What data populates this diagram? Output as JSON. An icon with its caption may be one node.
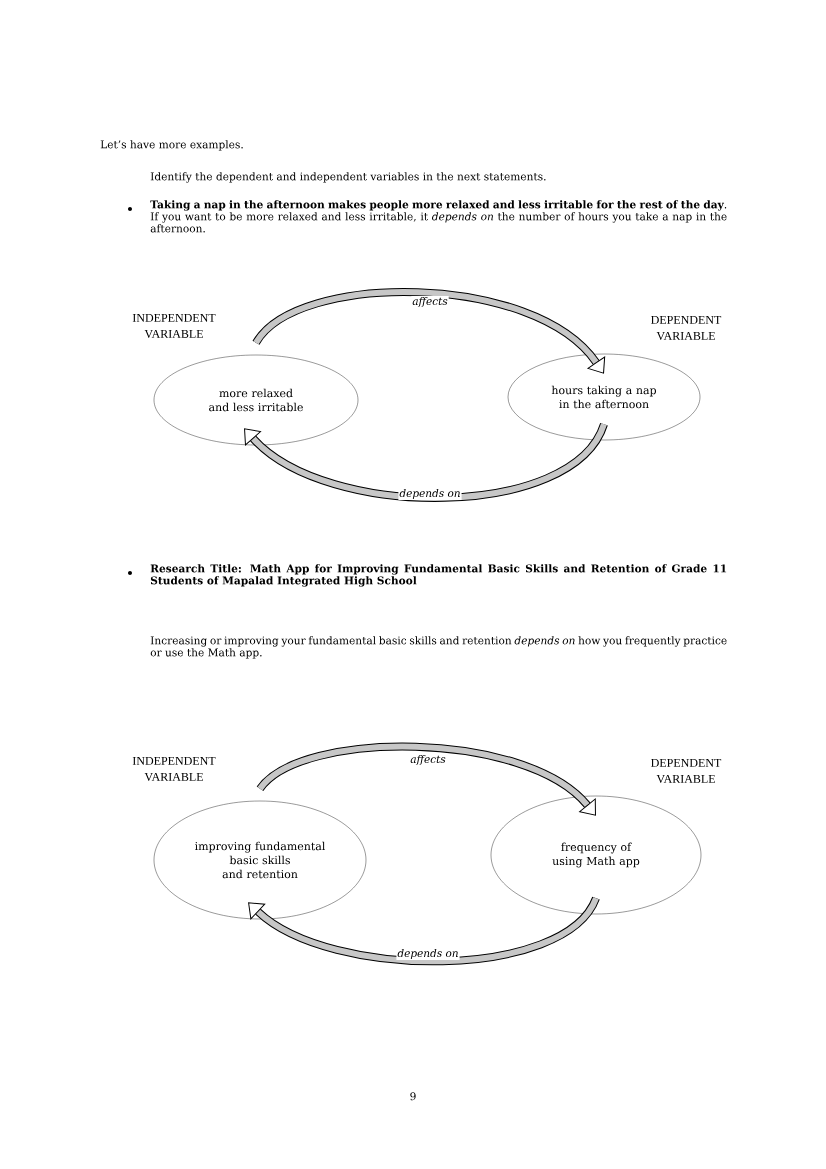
{
  "diagram": {
    "nodes": [
      {
        "text": [
          "more relaxed and less irritable"
        ],
        "beside": [
          "INDEPENDENT VARIABLE"
        ]
      },
      {
        "text": [
          "hours taking a nap in the afternoon"
        ],
        "beside": [
          "DEPENDENT VARIABLE"
        ]
      },
      {
        "text": [
          "improving fundamental basic skills and retention"
        ],
        "beside": [
          "INDEPENDENT VARIABLE"
        ]
      },
      {
        "text": [
          "frequency of using Math app"
        ],
        "beside": [
          "DEPENDENT VARIABLE"
        ]
      }
    ],
    "edges": [
      {
        "from": 0,
        "to": 1,
        "arrow": "to",
        "label": "affects"
      },
      {
        "from": 1,
        "to": 0,
        "arrow": "to",
        "label": "depends on"
      },
      {
        "from": 2,
        "to": 3,
        "arrow": "to",
        "label": "affects"
      },
      {
        "from": 3,
        "to": 2,
        "arrow": "to",
        "label": "depends on"
      }
    ],
    "labels": [
      "Let’s have more examples.",
      "Identify the dependent and independent variables in the next statements.",
      "**Taking a nap in the afternoon makes people more relaxed and less irritable for the rest of the day**. If you want to be more relaxed and less irritable, it *depends on* the number of hours you take a nap in the afternoon.",
      "Research Title: Math App for Improving Fundamental Basic Skills and Retention of Grade 11 Students of Mapalad Integrated High School",
      "Increasing or improving your fundamental basic skills and retention *depends on* how you frequently practice or use the Math app.",
      "9"
    ]
  }
}
